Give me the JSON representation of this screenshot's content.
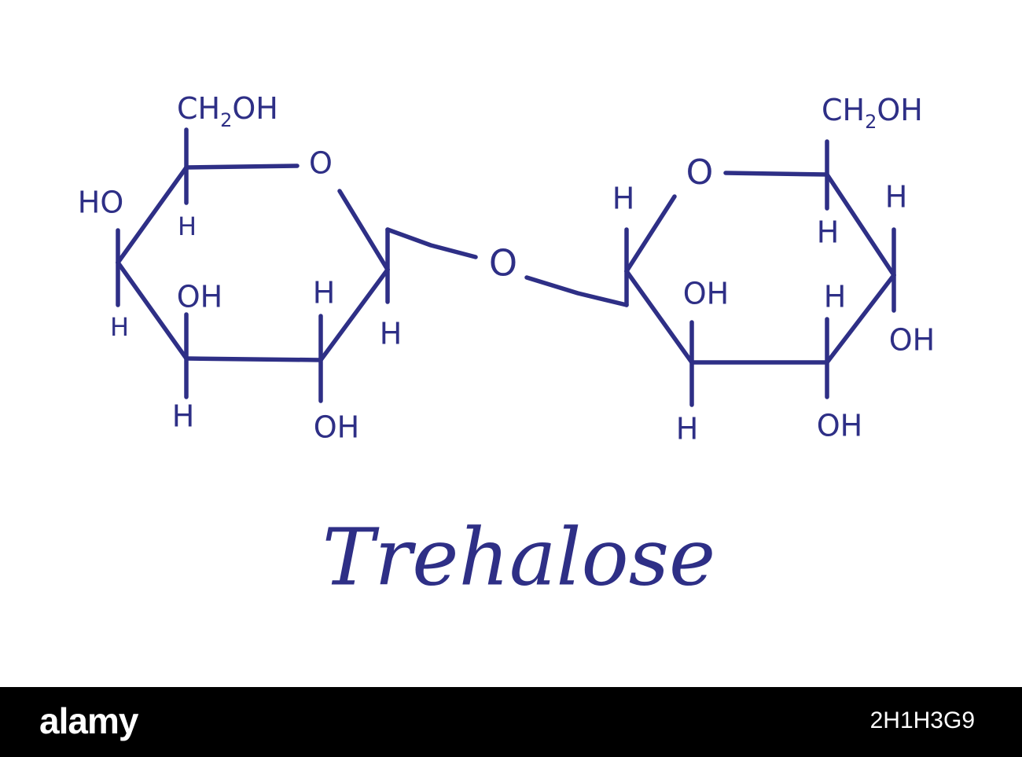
{
  "colors": {
    "ink": "#2e2f86",
    "background": "#ffffff",
    "footer_bg": "#000000",
    "footer_text": "#ffffff"
  },
  "title": "Trehalose",
  "left_ring": {
    "ch2oh_main": "CH",
    "ch2oh_sub": "2",
    "ch2oh_tail": "OH",
    "ring_o": "O",
    "ho": "HO",
    "h_c5": "H",
    "h_c4": "H",
    "oh_c3": "OH",
    "h_c3": "H",
    "h_c2": "H",
    "oh_c2": "OH",
    "h_c1": "H"
  },
  "bridge_o": "O",
  "right_ring": {
    "ch2oh_main": "CH",
    "ch2oh_sub": "2",
    "ch2oh_tail": "OH",
    "ring_o": "O",
    "h_c1": "H",
    "h_c5": "H",
    "h_c4": "H",
    "oh_c4": "OH",
    "oh_c2": "OH",
    "h_c2": "H",
    "h_c3": "H",
    "oh_c3": "OH"
  },
  "footer": {
    "brand": "alamy",
    "image_ref": "2H1H3G9"
  }
}
